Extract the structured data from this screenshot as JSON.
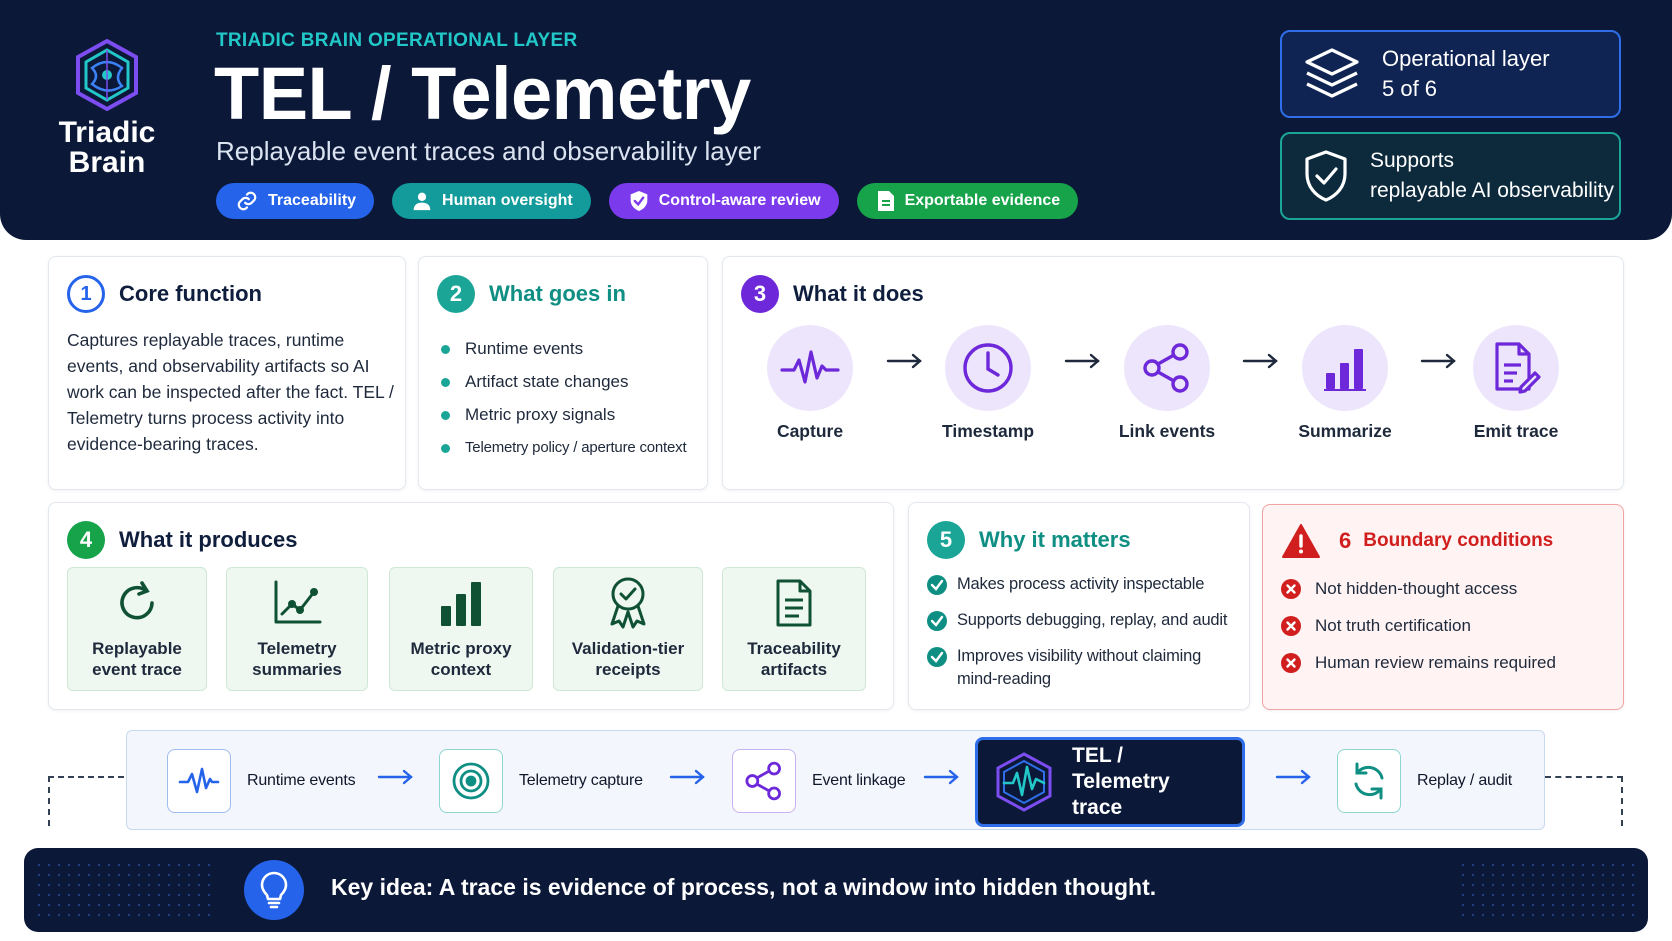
{
  "header": {
    "logo_text": "Triadic Brain",
    "eyebrow": "TRIADIC BRAIN OPERATIONAL LAYER",
    "title": "TEL / Telemetry",
    "subtitle": "Replayable event traces and observability layer",
    "chips": [
      {
        "label": "Traceability",
        "icon": "link-icon",
        "color": "#2563eb"
      },
      {
        "label": "Human oversight",
        "icon": "person-icon",
        "color": "#139a9a"
      },
      {
        "label": "Control-aware review",
        "icon": "shield-check-icon",
        "color": "#7c3aed"
      },
      {
        "label": "Exportable evidence",
        "icon": "document-icon",
        "color": "#16a34a"
      }
    ],
    "layer_card": {
      "line1": "Operational layer",
      "line2": "5 of 6",
      "icon": "layers-icon"
    },
    "support_card": {
      "line1": "Supports",
      "line2": "replayable AI observability",
      "icon": "shield-check-icon"
    }
  },
  "core_function": {
    "number": "1",
    "title": "Core function",
    "body": "Captures replayable traces, runtime events, and observability artifacts so AI work can be inspected after the fact. TEL / Telemetry turns process activity into evidence-bearing traces."
  },
  "inputs": {
    "number": "2",
    "title": "What goes in",
    "items": [
      "Runtime events",
      "Artifact state changes",
      "Metric proxy signals",
      "Telemetry policy / aperture context"
    ]
  },
  "actions": {
    "number": "3",
    "title": "What it does",
    "steps": [
      {
        "label": "Capture",
        "icon": "waveform-icon"
      },
      {
        "label": "Timestamp",
        "icon": "clock-icon"
      },
      {
        "label": "Link events",
        "icon": "share-icon"
      },
      {
        "label": "Summarize",
        "icon": "bar-chart-icon"
      },
      {
        "label": "Emit trace",
        "icon": "document-edit-icon"
      }
    ]
  },
  "outputs": {
    "number": "4",
    "title": "What it produces",
    "items": [
      {
        "line1": "Replayable",
        "line2": "event trace",
        "icon": "refresh-icon"
      },
      {
        "line1": "Telemetry",
        "line2": "summaries",
        "icon": "line-chart-icon"
      },
      {
        "line1": "Metric proxy",
        "line2": "context",
        "icon": "bar-chart-icon"
      },
      {
        "line1": "Validation-tier",
        "line2": "receipts",
        "icon": "award-icon"
      },
      {
        "line1": "Traceability",
        "line2": "artifacts",
        "icon": "document-icon"
      }
    ]
  },
  "why": {
    "number": "5",
    "title": "Why it matters",
    "items": [
      "Makes process activity inspectable",
      "Supports debugging, replay, and audit",
      "Improves visibility without claiming mind-reading"
    ]
  },
  "boundaries": {
    "number": "6",
    "title": "Boundary conditions",
    "items": [
      "Not hidden-thought access",
      "Not truth certification",
      "Human review remains required"
    ]
  },
  "flow": {
    "nodes": [
      {
        "label": "Runtime events",
        "icon": "waveform-icon"
      },
      {
        "label": "Telemetry capture",
        "icon": "target-icon"
      },
      {
        "label": "Event linkage",
        "icon": "share-icon"
      },
      {
        "label": "TEL / Telemetry trace",
        "icon": "brain-waveform-icon"
      },
      {
        "label": "Replay / audit",
        "icon": "refresh-icon"
      }
    ]
  },
  "footer": {
    "text": "Key idea: A trace is evidence of process, not a window into hidden thought.",
    "icon": "lightbulb-icon"
  },
  "colors": {
    "navy": "#0b1838",
    "teal": "#1aa597",
    "purple": "#6d28d9",
    "green": "#16a34a",
    "red": "#d11f1f",
    "blue": "#2563eb"
  }
}
